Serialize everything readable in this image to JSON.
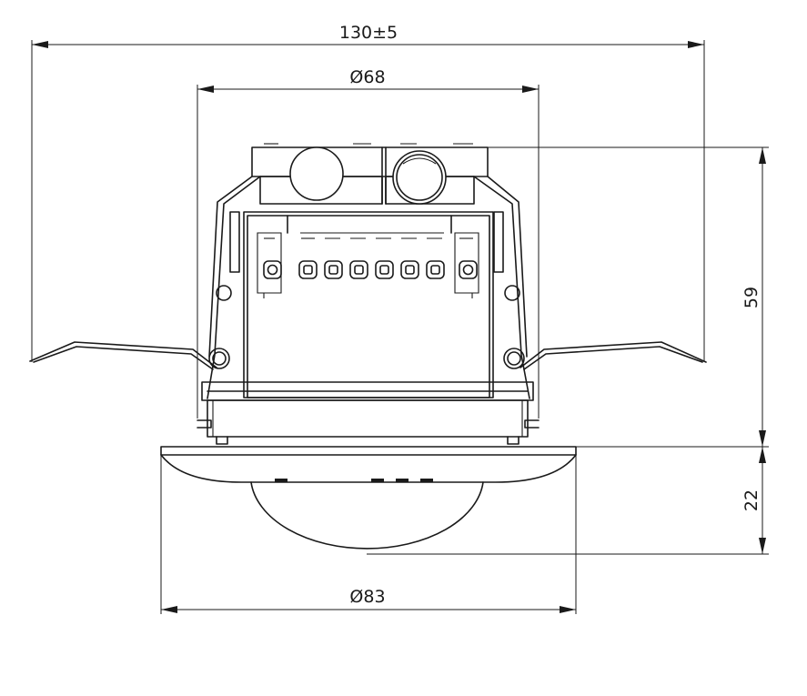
{
  "dimensions": {
    "overall_width": "130±5",
    "mount_diameter": "Ø68",
    "housing_height": "59",
    "dome_height": "22",
    "cover_diameter": "Ø83"
  }
}
